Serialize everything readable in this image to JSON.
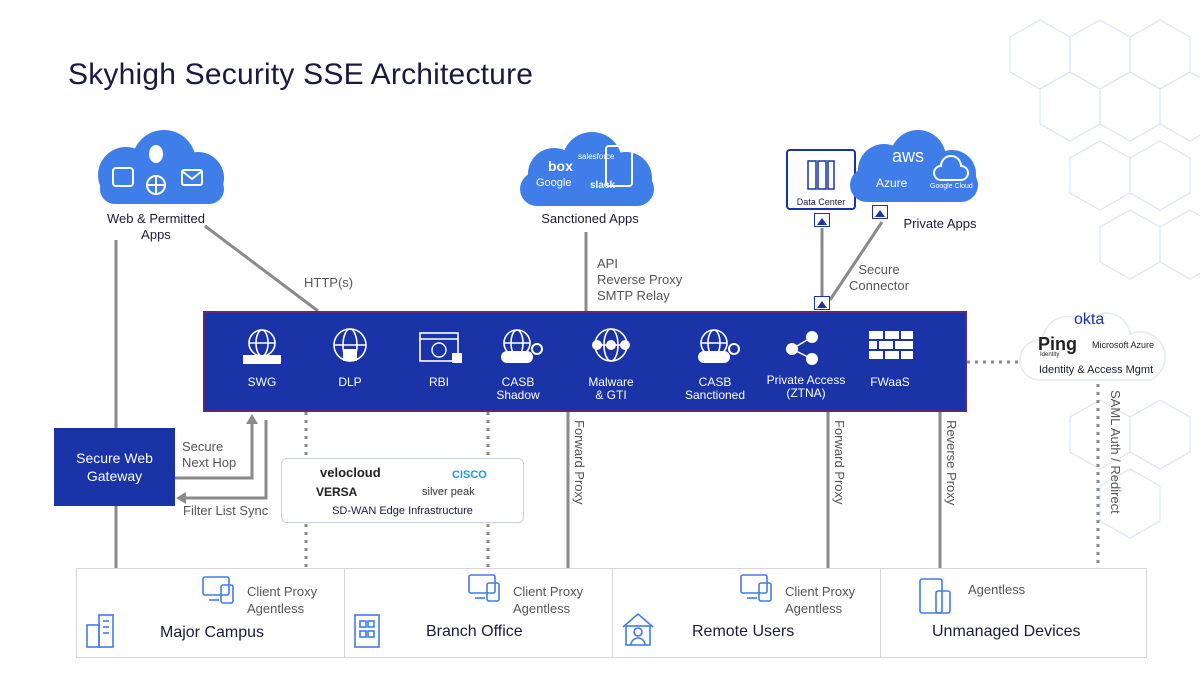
{
  "title": "Skyhigh Security SSE Architecture",
  "clouds": {
    "web": {
      "label": "Web & Permitted Apps"
    },
    "sanctioned": {
      "label": "Sanctioned Apps",
      "logos": [
        "box",
        "salesforce",
        "Google",
        "slack"
      ]
    },
    "private": {
      "label": "Private Apps",
      "logos": [
        "aws",
        "Azure",
        "Google Cloud"
      ],
      "datacenter": "Data Center"
    }
  },
  "connectors": {
    "http": "HTTP(s)",
    "api": [
      "API",
      "Reverse Proxy",
      "SMTP Relay"
    ],
    "secure_connector": [
      "Secure",
      "Connector"
    ],
    "secure_next_hop": [
      "Secure",
      "Next Hop"
    ],
    "filter_list_sync": "Filter List Sync",
    "forward_proxy_1": "Forward Proxy",
    "forward_proxy_2": "Forward Proxy",
    "reverse_proxy": "Reverse Proxy",
    "saml": "SAML Auth / Redirect"
  },
  "modules": [
    {
      "name": "SWG"
    },
    {
      "name": "DLP"
    },
    {
      "name": "RBI"
    },
    {
      "name": "CASB",
      "sub": "Shadow"
    },
    {
      "name": "Malware",
      "sub": "& GTI"
    },
    {
      "name": "CASB",
      "sub": "Sanctioned"
    },
    {
      "name": "Private Access",
      "sub": "(ZTNA)"
    },
    {
      "name": "FWaaS"
    }
  ],
  "swg_box": [
    "Secure Web",
    "Gateway"
  ],
  "sdwan": {
    "logos": [
      "velocloud",
      "CISCO",
      "VERSA",
      "silver peak"
    ],
    "label": "SD-WAN Edge Infrastructure"
  },
  "identity": {
    "logos": [
      "okta",
      "Ping",
      "Identity",
      "Microsoft Azure"
    ],
    "label": "Identity & Access Mgmt"
  },
  "locations": [
    {
      "name": "Major Campus",
      "sub": [
        "Client Proxy",
        "Agentless"
      ]
    },
    {
      "name": "Branch Office",
      "sub": [
        "Client Proxy",
        "Agentless"
      ]
    },
    {
      "name": "Remote Users",
      "sub": [
        "Client Proxy",
        "Agentless"
      ]
    },
    {
      "name": "Unmanaged Devices",
      "sub": [
        "Agentless"
      ]
    }
  ],
  "colors": {
    "bar": "#1a33a6",
    "cloud": "#3f7de8",
    "line": "#8a8a8a"
  }
}
